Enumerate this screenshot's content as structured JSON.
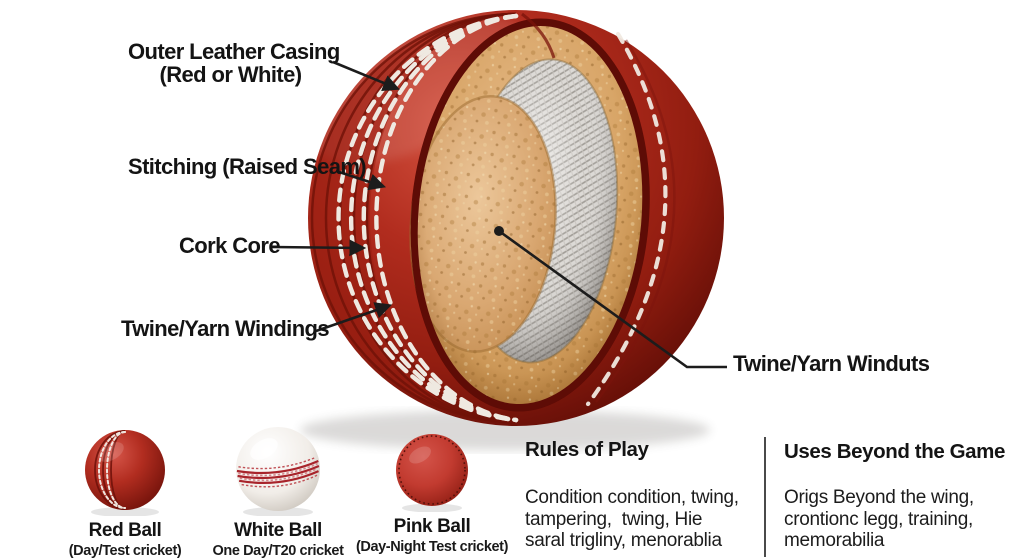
{
  "callouts": {
    "outer_casing_1": "Outer Leather Casing",
    "outer_casing_2": "(Red or White)",
    "stitching": "Stitching (Raised Seam)",
    "cork_core": "Cork Core",
    "twine_windings": "Twine/Yarn Windings",
    "twine_winduts": "Twine/Yarn Winduts"
  },
  "ball_types": [
    {
      "name": "Red Ball",
      "subtitle": "(Day/Test cricket)"
    },
    {
      "name": "White Ball",
      "subtitle": "One Day/T20 cricket"
    },
    {
      "name": "Pink Ball",
      "subtitle": "(Day-Night Test cricket)"
    }
  ],
  "sections": {
    "rules": {
      "title": "Rules of Play",
      "lines": [
        "Condition condition, twing,",
        "tampering,  twing, Hie",
        "saral trigliny, menorablia"
      ]
    },
    "uses": {
      "title": "Uses Beyond the Game",
      "lines": [
        "Origs Beyond the wing,",
        "crontionc legg, training,",
        "memorabilia"
      ]
    }
  },
  "colors": {
    "leather_red": "#b12c1e",
    "leather_dark": "#5f0d06",
    "cork_tan": "#d8a567",
    "twine_gray": "#d9d6d2",
    "stitch_white": "#efe9e1",
    "text": "#141414"
  }
}
